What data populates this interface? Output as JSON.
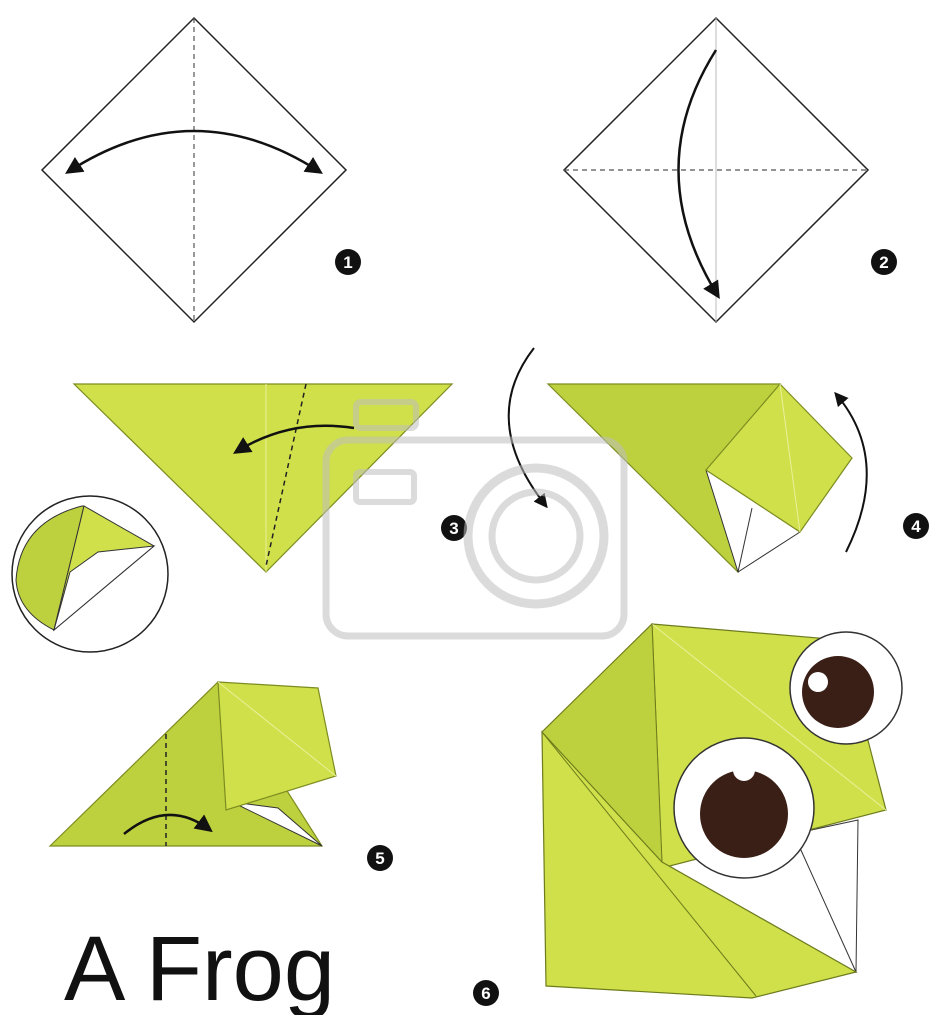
{
  "title": "A Frog",
  "steps": [
    "1",
    "2",
    "3",
    "4",
    "5",
    "6"
  ],
  "colors": {
    "paper_light": "#cfe04a",
    "paper_mid": "#bdd03e",
    "paper_dark": "#a9bb34",
    "eye": "#3a1f16",
    "badge": "#111111"
  }
}
